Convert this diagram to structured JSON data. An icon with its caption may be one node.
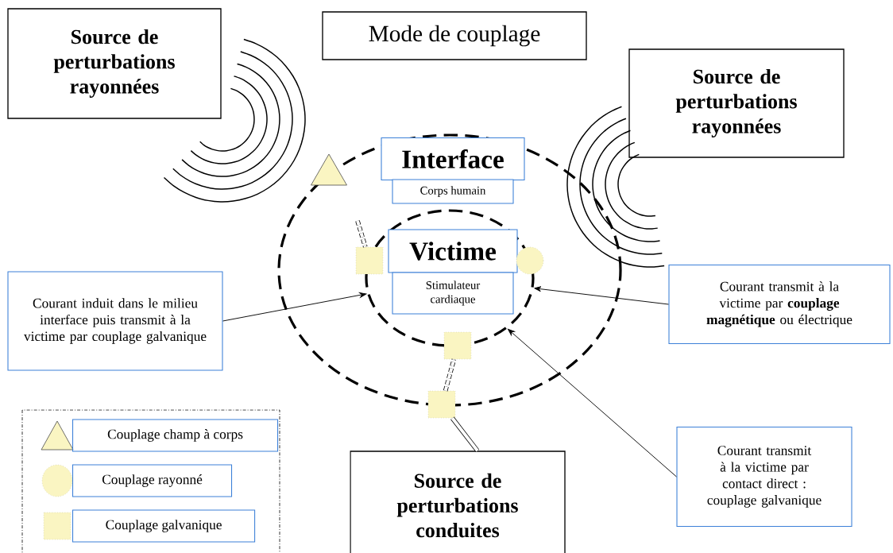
{
  "diagram": {
    "title": "Mode de couplage",
    "nodes": [
      {
        "text": [
          "Source de perturbations rayonnées"
        ]
      },
      {
        "text": [
          "Source de perturbations rayonnées"
        ]
      },
      {
        "text": [
          "Interface",
          "Corps humain"
        ]
      },
      {
        "text": [
          "Victime",
          "Stimulateur cardiaque"
        ],
        "in": 2
      },
      {
        "text": [
          "Source de perturbations conduites"
        ]
      },
      {
        "text": [
          "Courant induit dans le milieu interface puis transmit à la victime par couplage galvanique"
        ]
      },
      {
        "text": [
          "Courant transmit à la victime par **couplage magnétique** ou électrique"
        ]
      },
      {
        "text": [
          "Courant transmit à la victime par contact direct : couplage galvanique"
        ]
      },
      {
        "text": [],
        "shape": "triangle"
      },
      {
        "text": [],
        "shape": "box",
        "in": 2
      },
      {
        "text": [],
        "shape": "circle",
        "in": 2
      },
      {
        "text": [],
        "shape": "box",
        "in": 2
      },
      {
        "text": [],
        "shape": "box"
      }
    ],
    "edges": [
      {
        "from": 5,
        "to": 3,
        "arrow": "to"
      },
      {
        "from": 6,
        "to": 3,
        "arrow": "to"
      },
      {
        "from": 7,
        "to": 3,
        "arrow": "to"
      },
      {
        "from": 4,
        "to": 12,
        "arrow": "none",
        "style": "thick"
      },
      {
        "from": 12,
        "to": 11,
        "arrow": "none",
        "style": "dashed"
      },
      {
        "from": null,
        "to": 9,
        "arrow": "none",
        "style": "dashed"
      }
    ],
    "legend": [
      {
        "text": "Couplage champ à corps"
      },
      {
        "text": "Couplage rayonné"
      },
      {
        "text": "Couplage galvanique"
      }
    ]
  }
}
